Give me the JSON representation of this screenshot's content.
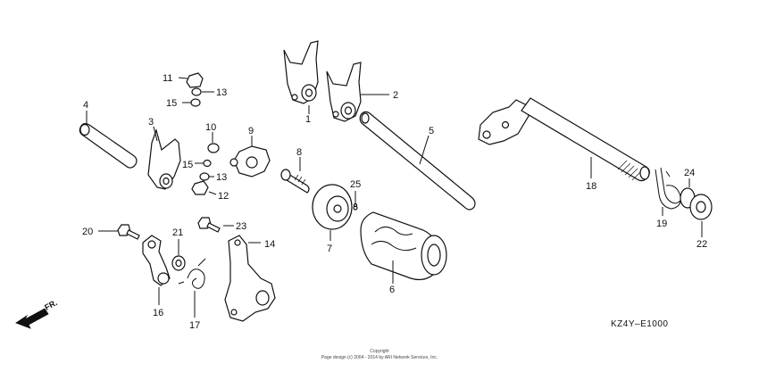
{
  "diagram": {
    "diagram_code": "KZ4Y–E1000",
    "direction_label": "FR.",
    "copyright_line1": "Copyright",
    "copyright_line2": "Page design (c) 2004 - 2014 by ARI Network Services, Inc.",
    "callouts": [
      "1",
      "2",
      "3",
      "4",
      "5",
      "6",
      "7",
      "8",
      "9",
      "10",
      "11",
      "12",
      "13",
      "13",
      "14",
      "15",
      "15",
      "16",
      "17",
      "18",
      "19",
      "20",
      "21",
      "22",
      "23",
      "24",
      "25"
    ]
  }
}
